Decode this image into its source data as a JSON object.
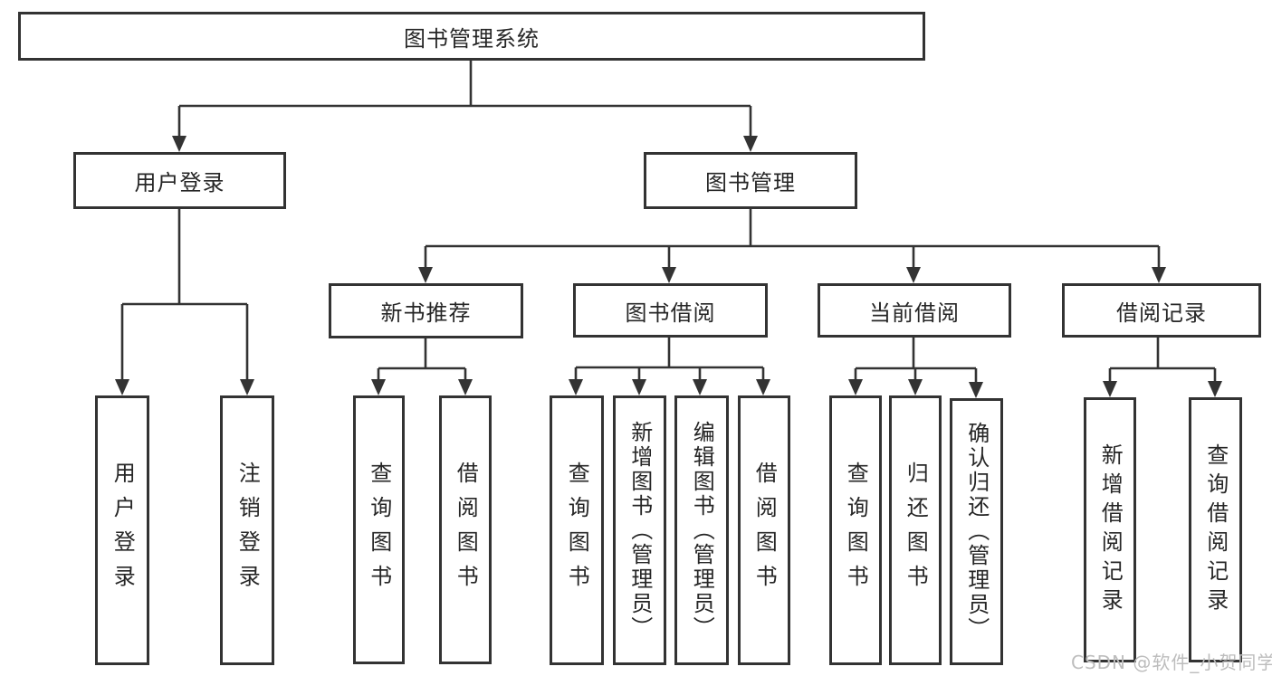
{
  "diagram": {
    "type": "hierarchy-flowchart",
    "colors": {
      "line": "#333333",
      "text": "#262626",
      "background": "#ffffff",
      "watermark": "#bdbdbd"
    },
    "watermark": "CSDN @软件_小贺同学",
    "tree": {
      "label": "图书管理系统",
      "children": [
        {
          "label": "用户登录",
          "children": [
            {
              "label": "用户登录"
            },
            {
              "label": "注销登录"
            }
          ]
        },
        {
          "label": "图书管理",
          "children": [
            {
              "label": "新书推荐",
              "children": [
                {
                  "label": "查询图书"
                },
                {
                  "label": "借阅图书"
                }
              ]
            },
            {
              "label": "图书借阅",
              "children": [
                {
                  "label": "查询图书"
                },
                {
                  "label": "新增图书（管理员）"
                },
                {
                  "label": "编辑图书（管理员）"
                },
                {
                  "label": "借阅图书"
                }
              ]
            },
            {
              "label": "当前借阅",
              "children": [
                {
                  "label": "查询图书"
                },
                {
                  "label": "归还图书"
                },
                {
                  "label": "确认归还（管理员）"
                }
              ]
            },
            {
              "label": "借阅记录",
              "children": [
                {
                  "label": "新增借阅记录"
                },
                {
                  "label": "查询借阅记录"
                }
              ]
            }
          ]
        }
      ]
    }
  }
}
